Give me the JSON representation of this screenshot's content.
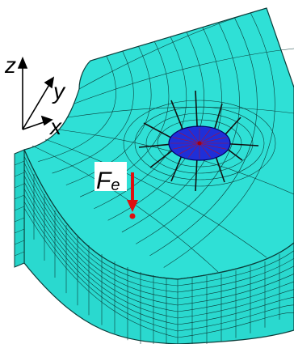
{
  "figure": {
    "axes": {
      "z": "z",
      "y": "y",
      "x": "x"
    },
    "load": {
      "main": "F",
      "subscript": "e"
    }
  },
  "colors": {
    "mesh_fill": "#2fe0d6",
    "mesh_fill_side": "#25d4c9",
    "mesh_fill_front": "#2ad9cf",
    "mesh_line": "#0b3d3a",
    "disk_fill": "#1f2fd8",
    "disk_edge": "#000060",
    "spoke": "#111111",
    "force_arrow": "#e01010"
  },
  "icons": {
    "axes": "coordinate-triad-icon",
    "arrow": "force-arrow-icon"
  }
}
